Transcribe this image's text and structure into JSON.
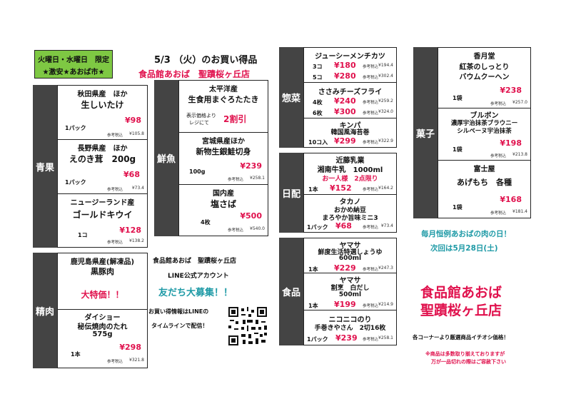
{
  "header": {
    "badge_line1": "火曜日・水曜日　限定",
    "badge_line2": "★激安★あおば市★",
    "date_title": "5/3 （火）のお買い得品",
    "store_title": "食品館あおば　聖蹟桜ヶ丘店"
  },
  "sections": {
    "vegetables": "青果",
    "meat": "精肉",
    "fish": "鮮魚",
    "deli": "惣菜",
    "dairy": "日配",
    "grocery": "食品",
    "sweets": "菓子"
  },
  "tax_label": "参考税込",
  "vegetables": [
    {
      "maker": "秋田県産　ほか",
      "name": "生しいたけ",
      "qty": "1パック",
      "price": "¥98",
      "tax": "¥105.8"
    },
    {
      "maker": "長野県産　ほか",
      "name": "えのき茸　200g",
      "qty": "1パック",
      "price": "¥68",
      "tax": "¥73.4"
    },
    {
      "maker": "ニュージーランド産",
      "name": "ゴールドキウイ",
      "qty": "1コ",
      "price": "¥128",
      "tax": "¥138.2"
    }
  ],
  "meat": [
    {
      "maker": "鹿児島県産(解凍品)",
      "name": "黒豚肉",
      "promo": "大特価！！"
    },
    {
      "maker": "ダイショー",
      "name": "秘伝焼肉のたれ",
      "name2": "575g",
      "qty": "1本",
      "price": "¥298",
      "tax": "¥321.8"
    }
  ],
  "fish": [
    {
      "maker": "太平洋産",
      "name": "生食用まぐろたたき",
      "note1": "表示価格より",
      "note2": "レジにて",
      "promo": "2割引"
    },
    {
      "maker": "宮城県産ほか",
      "name": "新物生銀鮭切身",
      "qty": "100g",
      "price": "¥239",
      "tax": "¥258.1"
    },
    {
      "maker": "国内産",
      "name": "塩さば",
      "qty": "4枚",
      "price": "¥500",
      "tax": "¥540.0"
    }
  ],
  "deli": [
    {
      "name": "ジューシーメンチカツ",
      "rows": [
        {
          "qty": "3コ",
          "price": "¥180",
          "tax": "¥194.4"
        },
        {
          "qty": "5コ",
          "price": "¥280",
          "tax": "¥302.4"
        }
      ]
    },
    {
      "name": "ささみチーズフライ",
      "rows": [
        {
          "qty": "4枚",
          "price": "¥240",
          "tax": "¥259.2"
        },
        {
          "qty": "6枚",
          "price": "¥300",
          "tax": "¥324.0"
        }
      ]
    },
    {
      "maker": "キンパ",
      "name": "韓国風海苔巻",
      "rows": [
        {
          "qty": "10コ入",
          "price": "¥299",
          "tax": "¥322.9"
        }
      ]
    }
  ],
  "dairy": [
    {
      "maker": "近藤乳業",
      "name": "湘南牛乳　1000ml",
      "promo": "お一人様　2点限り",
      "qty": "1本",
      "price": "¥152",
      "tax": "¥164.2"
    },
    {
      "maker": "タカノ",
      "name": "おかめ納豆",
      "name2": "まろやか旨味ミニ3",
      "qty": "1パック",
      "price": "¥68",
      "tax": "¥73.4"
    }
  ],
  "grocery": [
    {
      "maker": "ヤマサ",
      "name": "鮮度生活特選しょうゆ",
      "name2": "600ml",
      "qty": "1本",
      "price": "¥229",
      "tax": "¥247.3"
    },
    {
      "maker": "ヤマサ",
      "name": "割烹　白だし",
      "name2": "500ml",
      "qty": "1本",
      "price": "¥199",
      "tax": "¥214.9"
    },
    {
      "maker": "ニコニコのり",
      "name": "手巻きやさん　2切16枚",
      "qty": "1パック",
      "price": "¥239",
      "tax": "¥258.1"
    }
  ],
  "sweets": [
    {
      "maker": "香月堂",
      "name": "紅茶のしっとり",
      "name2": "バウムクーヘン",
      "qty": "1袋",
      "price": "¥238",
      "tax": "¥257.0"
    },
    {
      "maker": "ブルボン",
      "name": "濃厚宇治抹茶ブラウニー",
      "name2": "シルベーヌ宇治抹茶",
      "qty": "1袋",
      "price": "¥198",
      "tax": "¥213.8"
    },
    {
      "maker": "富士屋",
      "name": "あげもち　各種",
      "qty": "1袋",
      "price": "¥168",
      "tax": "¥181.4"
    }
  ],
  "line_promo": {
    "line1": "食品館あおば　聖蹟桜ヶ丘店",
    "line2": "LINE公式アカウント",
    "headline": "友だち大募集！！",
    "line3": "お買い得情報はLINEの",
    "line4": "タイムラインで配信！"
  },
  "meat_day": {
    "line1": "毎月恒例あおばの肉の日！",
    "line2": "次回は5月28日(土)"
  },
  "footer": {
    "store1": "食品館あおば",
    "store2": "聖蹟桜ヶ丘店",
    "note": "各コーナーより厳選商品イチオシ価格！",
    "disclaimer1": "※商品は多数取り揃えておりますが",
    "disclaimer2": "万が一品切れの際はご容赦下さい"
  },
  "colors": {
    "accent_red": "#e0114d",
    "teal": "#1e9aa6",
    "badge_green": "#7ec843",
    "label_gray": "#444444"
  }
}
